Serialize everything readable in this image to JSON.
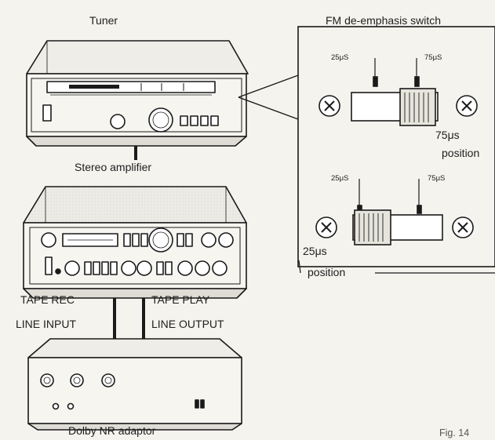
{
  "labels": {
    "tuner": "Tuner",
    "fm_switch_title": "FM de-emphasis switch",
    "stereo_amplifier": "Stereo amplifier",
    "tape_rec": "TAPE REC",
    "line_input": "LINE INPUT",
    "tape_play": "TAPE PLAY",
    "line_output": "LINE OUTPUT",
    "dolby_adaptor": "Dolby NR adaptor",
    "top_25us": "25μS",
    "top_75us": "75μS",
    "bottom_25us": "25μS",
    "bottom_75us": "75μS",
    "pos75_value": "75μs",
    "pos75_word": "position",
    "pos25_value": "25μs",
    "pos25_word": "position",
    "fig_corner": "Fig. 14"
  }
}
